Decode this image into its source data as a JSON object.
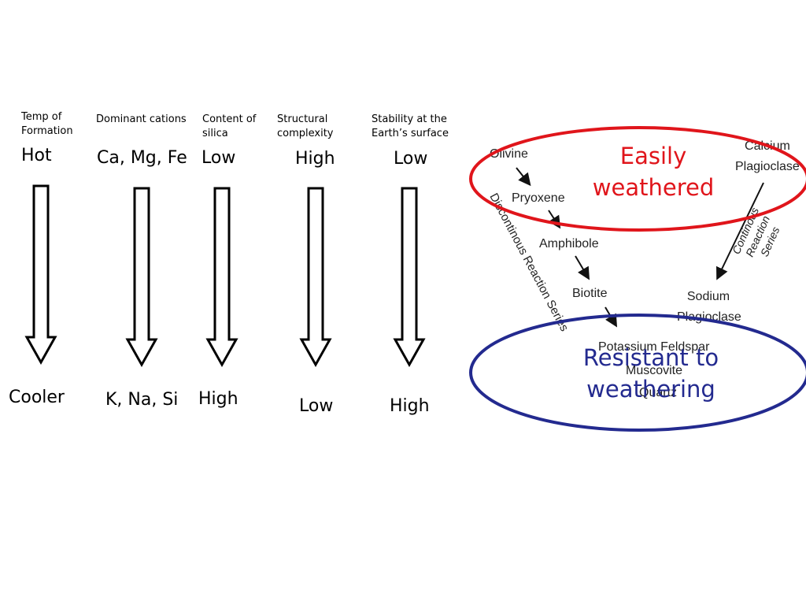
{
  "columns": [
    {
      "header": "Temp of\nFormation",
      "top": "Hot",
      "bottom": "Cooler"
    },
    {
      "header": "Dominant cations",
      "top": "Ca, Mg, Fe",
      "bottom": "K, Na, Si"
    },
    {
      "header": "Content of\nsilica",
      "top": "Low",
      "bottom": "High"
    },
    {
      "header": "Structural\ncomplexity",
      "top": "High",
      "bottom": "Low"
    },
    {
      "header": "Stability at the\nEarth’s surface",
      "top": "Low",
      "bottom": "High"
    }
  ],
  "bowen": {
    "olivine": "Olivine",
    "pyroxene": "Pryoxene",
    "amphibole": "Amphibole",
    "biotite": "Biotite",
    "calcium_plag": "Calcium\nPlagioclase",
    "sodium_plag": "Sodium\nPlagioclase",
    "k_feldspar": "Potassium Feldspar",
    "muscovite": "Muscovite",
    "quartz": "Quartz",
    "discontinuous_label": "Discontinous Reaction Series",
    "continuous_label": "Continous\nReaction Series"
  },
  "callouts": {
    "easily": "Easily\nweathered",
    "resistant": "Resistant to\nweathering"
  },
  "colors": {
    "easily": "#e0151b",
    "resistant": "#232a8f"
  }
}
